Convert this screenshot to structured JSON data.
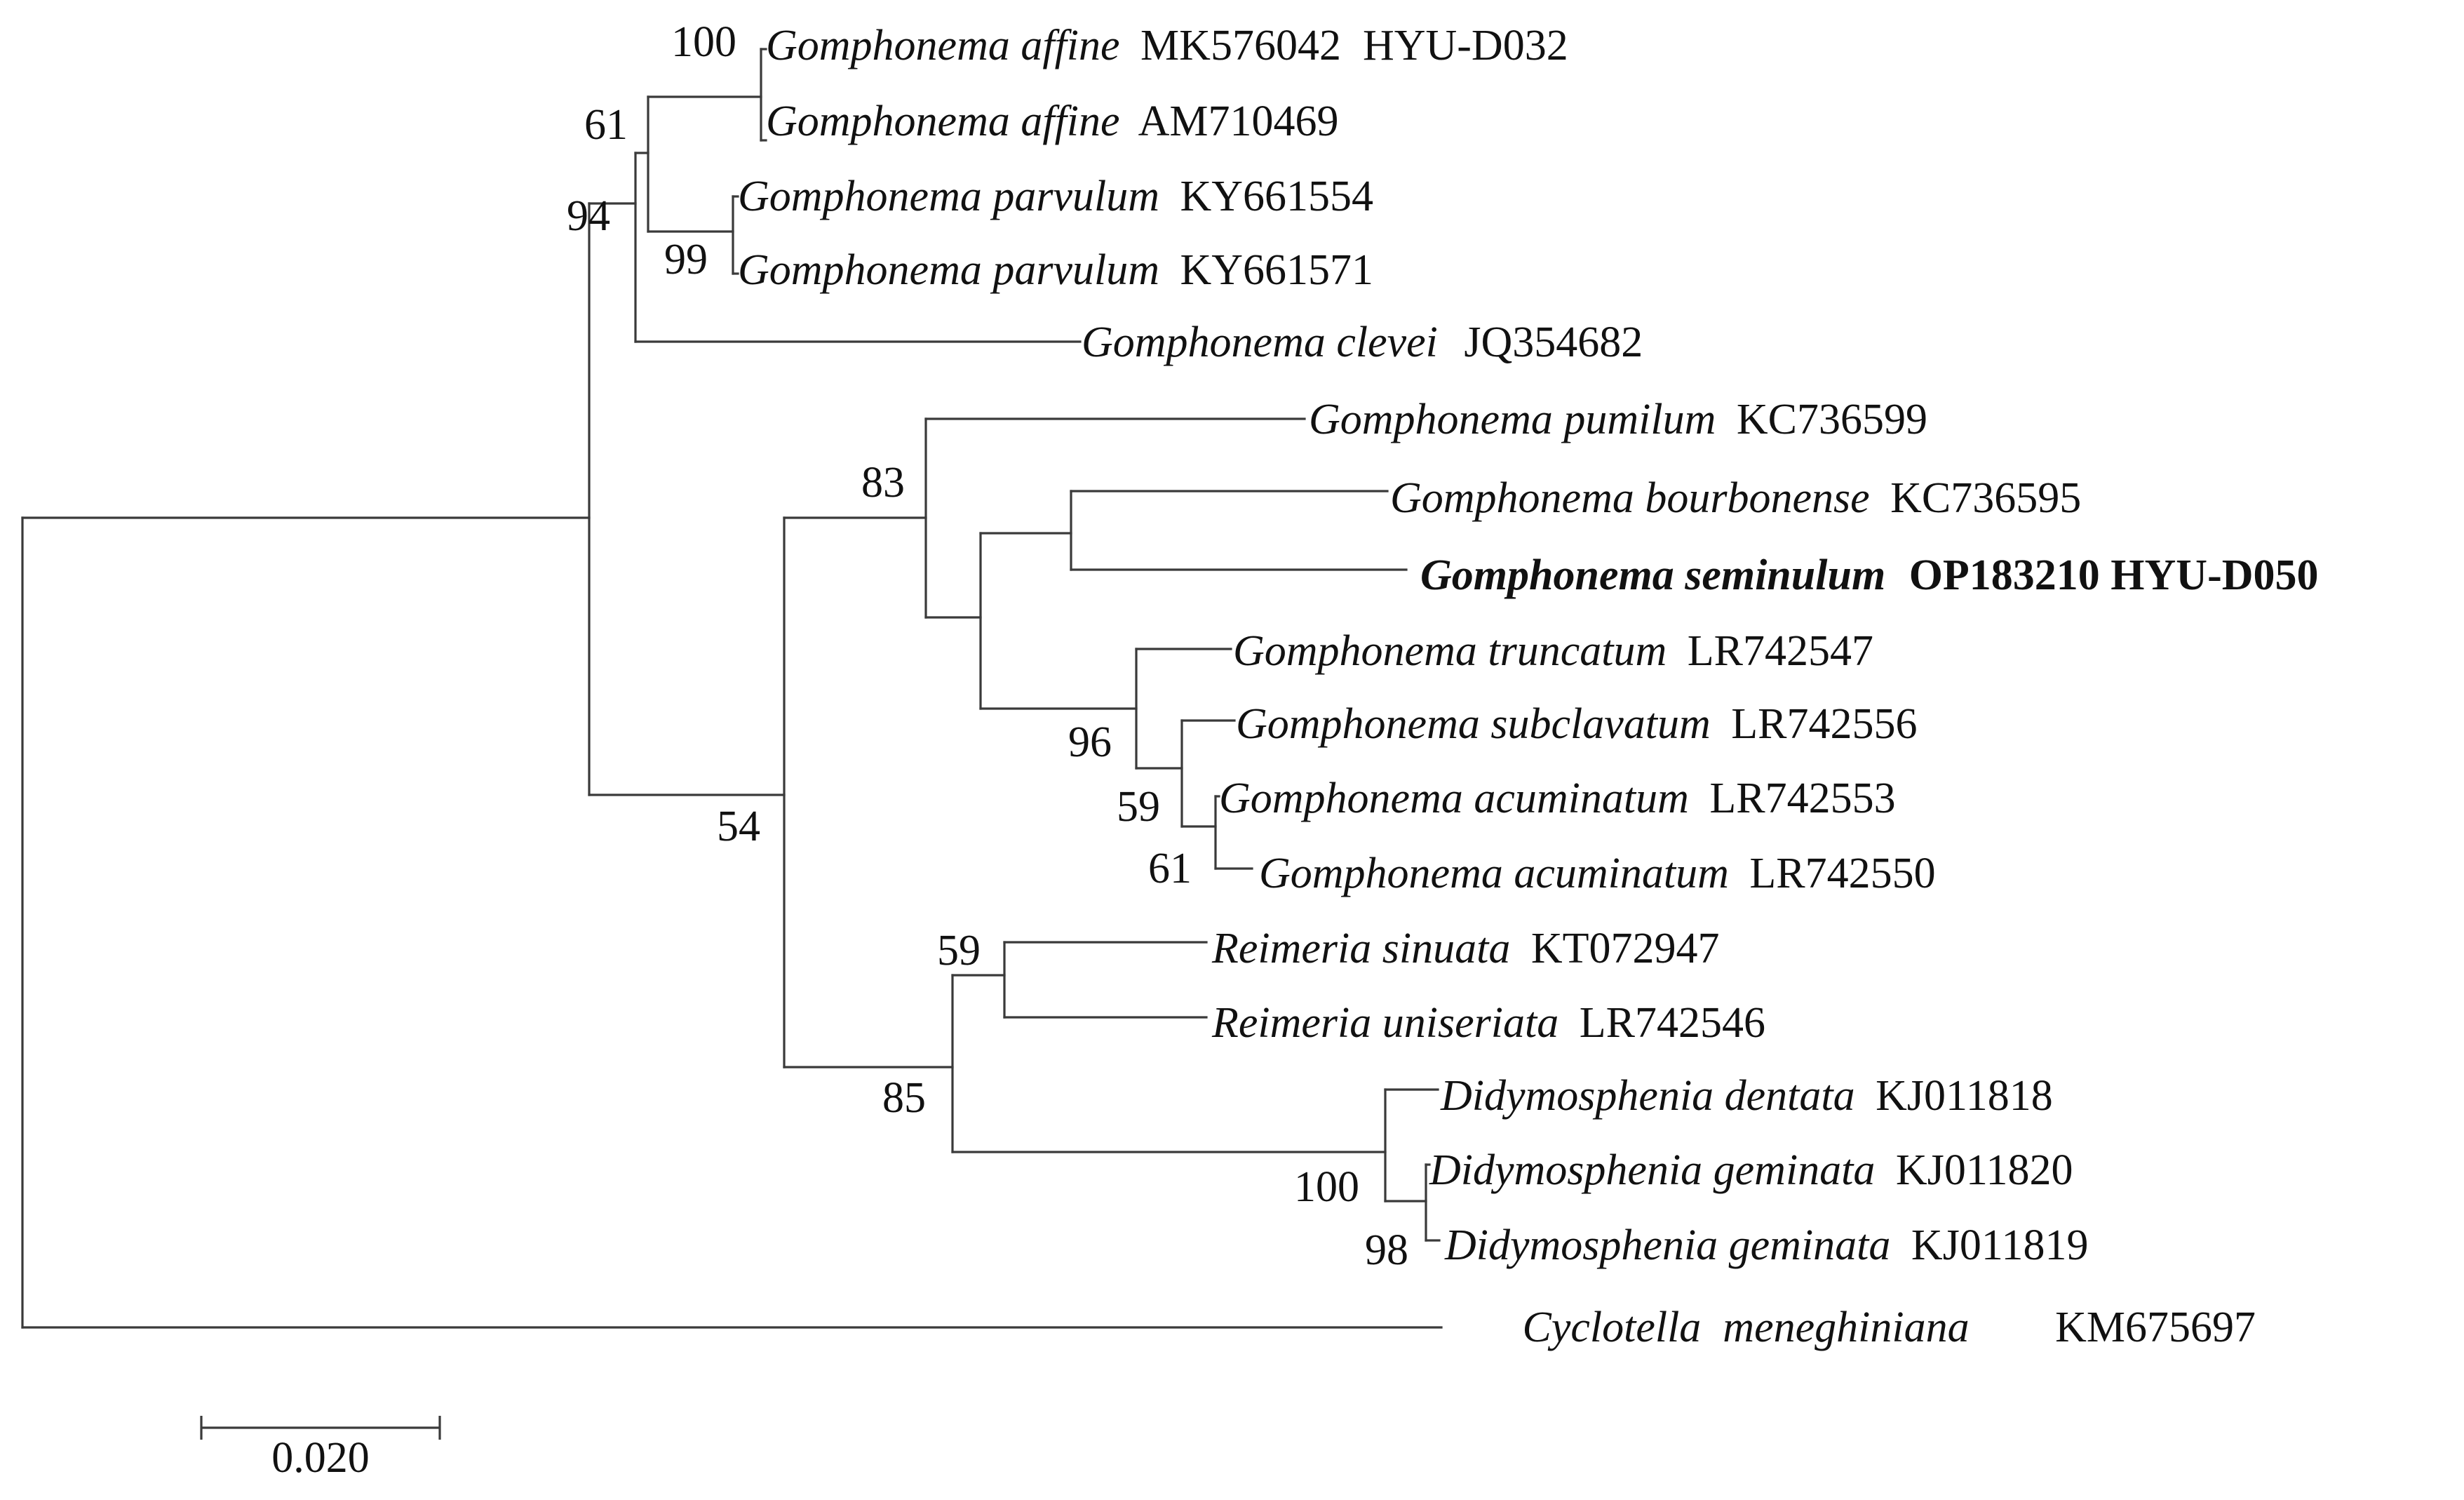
{
  "tree": {
    "taxa": [
      {
        "id": "t1",
        "name": "Gomphonema affine",
        "accession": "MK576042  HYU-D032",
        "highlighted": false
      },
      {
        "id": "t2",
        "name": "Gomphonema affine",
        "accession": "AM710469",
        "highlighted": false
      },
      {
        "id": "t3",
        "name": "Gomphonema parvulum",
        "accession": "KY661554",
        "highlighted": false
      },
      {
        "id": "t4",
        "name": "Gomphonema parvulum",
        "accession": "KY661571",
        "highlighted": false
      },
      {
        "id": "t5",
        "name": "Gomphonema clevei",
        "accession": "JQ354682",
        "highlighted": false
      },
      {
        "id": "t6",
        "name": "Gomphonema pumilum",
        "accession": "KC736599",
        "highlighted": false
      },
      {
        "id": "t7",
        "name": "Gomphonema bourbonense",
        "accession": "KC736595",
        "highlighted": false
      },
      {
        "id": "t8",
        "name": "Gomphonema seminulum",
        "accession": "OP183210 HYU-D050",
        "highlighted": true
      },
      {
        "id": "t9",
        "name": "Gomphonema truncatum",
        "accession": "LR742547",
        "highlighted": false
      },
      {
        "id": "t10",
        "name": "Gomphonema subclavatum",
        "accession": "LR742556",
        "highlighted": false
      },
      {
        "id": "t11",
        "name": "Gomphonema acuminatum",
        "accession": "LR742553",
        "highlighted": false
      },
      {
        "id": "t12",
        "name": "Gomphonema acuminatum",
        "accession": "LR742550",
        "highlighted": false
      },
      {
        "id": "t13",
        "name": "Reimeria sinuata",
        "accession": "KT072947",
        "highlighted": false
      },
      {
        "id": "t14",
        "name": "Reimeria uniseriata",
        "accession": "LR742546",
        "highlighted": false
      },
      {
        "id": "t15",
        "name": "Didymosphenia dentata",
        "accession": "KJ011818",
        "highlighted": false
      },
      {
        "id": "t16",
        "name": "Didymosphenia geminata",
        "accession": "KJ011820",
        "highlighted": false
      },
      {
        "id": "t17",
        "name": "Didymosphenia geminata",
        "accession": "KJ011819",
        "highlighted": false
      },
      {
        "id": "t18",
        "name": "Cyclotella  meneghiniana",
        "accession": "KM675697",
        "highlighted": false
      }
    ],
    "support_values": [
      "100",
      "61",
      "94",
      "99",
      "83",
      "96",
      "59",
      "61",
      "54",
      "59",
      "85",
      "100",
      "98"
    ],
    "scale_bar": {
      "label": "0.020"
    }
  }
}
